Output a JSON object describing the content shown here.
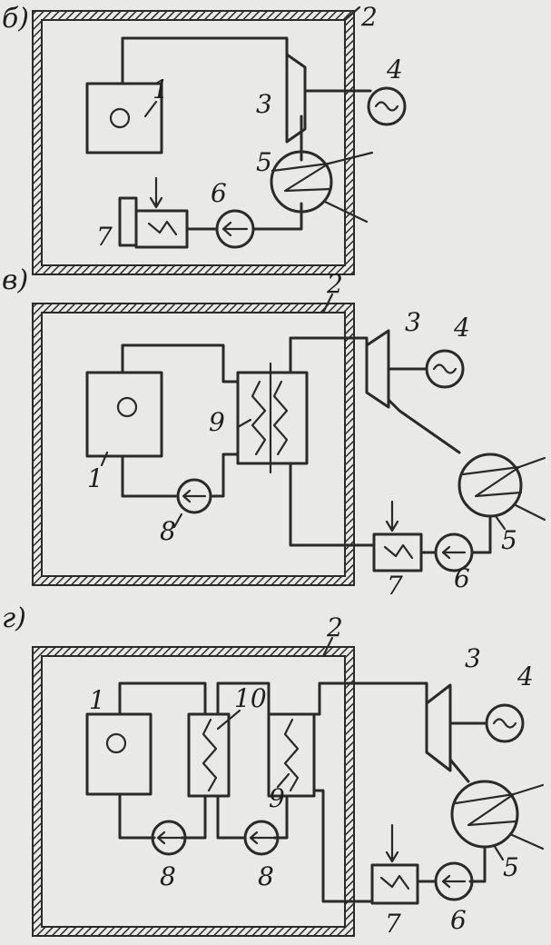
{
  "colors": {
    "ink": "#2a2a2a",
    "paper": "#e9e9e7"
  },
  "sections": [
    {
      "id": "b",
      "label": "б)"
    },
    {
      "id": "v",
      "label": "в)"
    },
    {
      "id": "g",
      "label": "г)"
    }
  ],
  "labels": {
    "wall": "2",
    "reactor": "1",
    "turbine": "3",
    "generator": "4",
    "condenser": "5",
    "feed_pump": "6",
    "regen_heater": "7",
    "circ_pump": "8",
    "steam_generator": "9",
    "intermediate_exchanger": "10"
  }
}
